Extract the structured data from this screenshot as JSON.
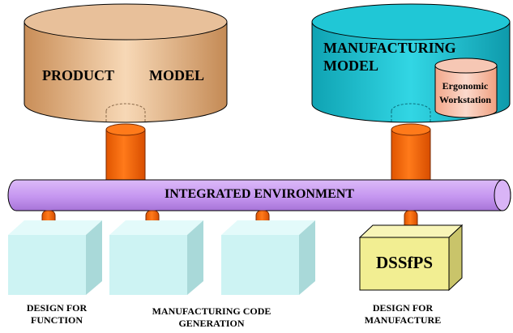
{
  "product_model": {
    "label_1": "PRODUCT",
    "label_2": "MODEL"
  },
  "manufacturing_model": {
    "label_1": "MANUFACTURING",
    "label_2": "MODEL"
  },
  "ergonomic_workstation": {
    "line_1": "Ergonomic",
    "line_2": "Workstation"
  },
  "integrated_environment": {
    "label": "INTEGRATED ENVIRONMENT"
  },
  "dssfps": {
    "label": "DSSfPS"
  },
  "modules": [
    {
      "line_1": "DESIGN FOR",
      "line_2": "FUNCTION"
    },
    {
      "line_1": "MANUFACTURING CODE",
      "line_2": "GENERATION"
    },
    {
      "line_1": "DESIGN FOR",
      "line_2": "MANUFACTURE"
    }
  ],
  "colors": {
    "product_cylinder": "#e2b58a",
    "manufacturing_cylinder": "#17bccc",
    "ergonomic_cylinder": "#f6c7b4",
    "bus": "#c596f0",
    "connector": "#ff6600",
    "module_box": "#cdf3f3",
    "dssfps_box": "#f2ee92"
  }
}
